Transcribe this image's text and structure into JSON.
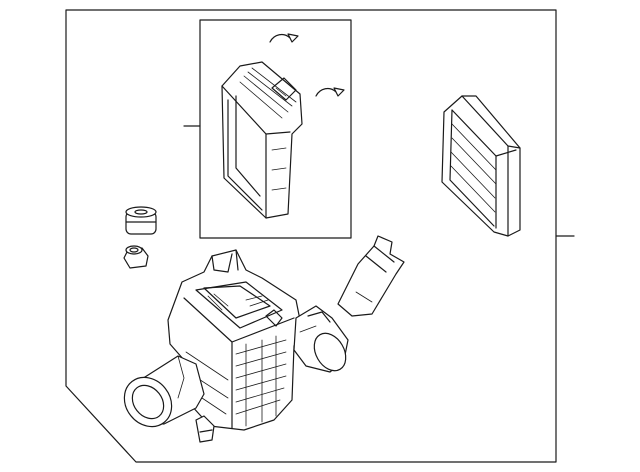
{
  "diagram": {
    "frame_color": "#1a1a1a",
    "background": "#ffffff",
    "parts": [
      {
        "name": "air-cleaner-assembly"
      },
      {
        "name": "filter-box-inset"
      },
      {
        "name": "air-filter-element"
      },
      {
        "name": "mass-airflow-sensor"
      },
      {
        "name": "grommet"
      },
      {
        "name": "mounting-nut"
      },
      {
        "name": "clip"
      }
    ]
  }
}
